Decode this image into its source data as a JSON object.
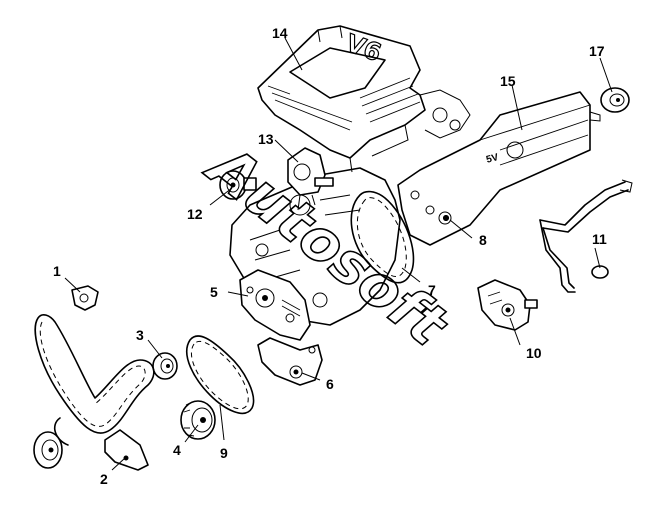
{
  "watermark": "Autosoft",
  "engine_badge": "V6",
  "cover_badge": "5V",
  "callouts": [
    {
      "id": "1",
      "label": "1"
    },
    {
      "id": "2",
      "label": "2"
    },
    {
      "id": "3",
      "label": "3"
    },
    {
      "id": "4",
      "label": "4"
    },
    {
      "id": "5",
      "label": "5"
    },
    {
      "id": "6",
      "label": "6"
    },
    {
      "id": "7",
      "label": "7"
    },
    {
      "id": "8",
      "label": "8"
    },
    {
      "id": "9",
      "label": "9"
    },
    {
      "id": "10",
      "label": "10"
    },
    {
      "id": "11",
      "label": "11"
    },
    {
      "id": "12",
      "label": "12"
    },
    {
      "id": "13",
      "label": "13"
    },
    {
      "id": "14",
      "label": "14"
    },
    {
      "id": "15",
      "label": "15"
    },
    {
      "id": "17",
      "label": "17"
    }
  ]
}
